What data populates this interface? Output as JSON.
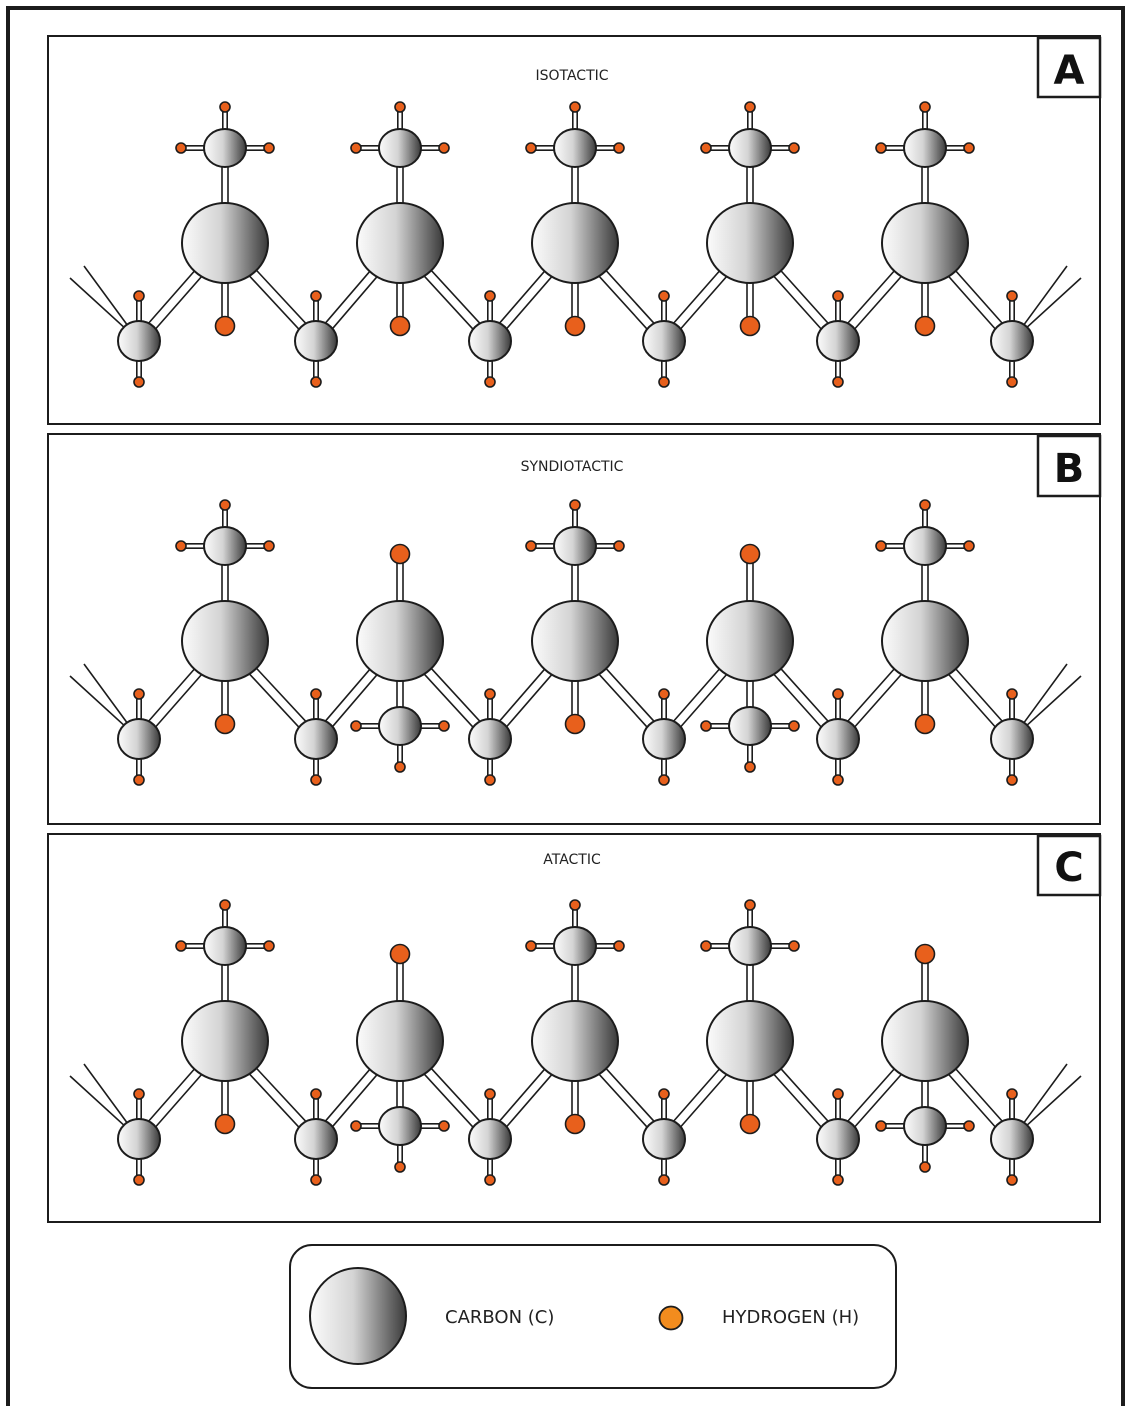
{
  "colors": {
    "hydrogen": "#e8601c",
    "hydrogen_legend": "#f28c1e",
    "carbon_light": "#fbfbfb",
    "carbon_dark": "#3a3a3a",
    "outline": "#1c1c1c"
  },
  "panels": [
    {
      "letter": "A",
      "title": "ISOTACTIC",
      "pattern": [
        "up",
        "up",
        "up",
        "up",
        "up"
      ]
    },
    {
      "letter": "B",
      "title": "SYNDIOTACTIC",
      "pattern": [
        "up",
        "down",
        "up",
        "down",
        "up"
      ]
    },
    {
      "letter": "C",
      "title": "ATACTIC",
      "pattern": [
        "up",
        "down",
        "up",
        "up",
        "down"
      ]
    }
  ],
  "legend": {
    "carbon_label": "CARBON (C)",
    "hydrogen_label": "HYDROGEN (H)"
  }
}
